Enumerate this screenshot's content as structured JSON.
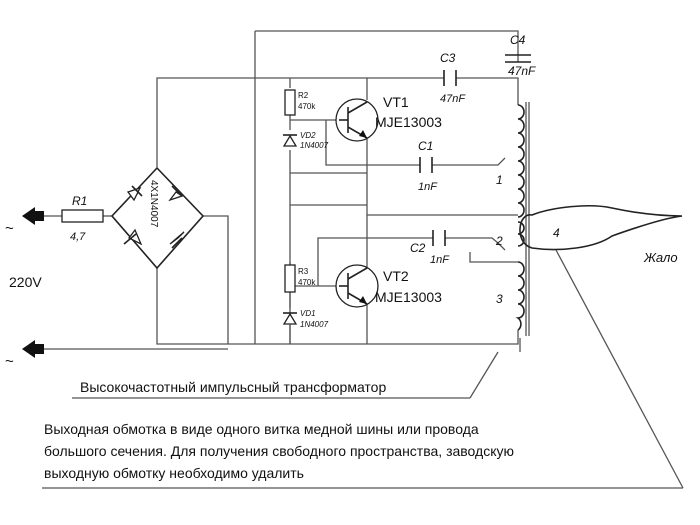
{
  "labels": {
    "r1": "R1",
    "r1_value": "4,7",
    "mains": "220V",
    "bridge": "4X1N4007",
    "r2": "R2",
    "r2_value": "470k",
    "vd2": "VD2",
    "vd2_part": "1N4007",
    "r3": "R3",
    "r3_value": "470k",
    "vd1": "VD1",
    "vd1_part": "1N4007",
    "vt1": "VT1",
    "vt1_part": "MJE13003",
    "vt2": "VT2",
    "vt2_part": "MJE13003",
    "c1": "C1",
    "c1_value": "1nF",
    "c2": "C2",
    "c2_value": "1nF",
    "c3": "C3",
    "c3_value": "47nF",
    "c4": "C4",
    "c4_value": "47nF",
    "winding1": "1",
    "winding2": "2",
    "winding3": "3",
    "tip_number": "4",
    "tip_label": "Жало",
    "tilde_top": "~",
    "tilde_bottom": "~"
  },
  "captions": {
    "transformer": "Высокочастотный импульсный трансформатор",
    "note_line1": "Выходная обмотка в виде одного витка медной шины или провода",
    "note_line2": "большого сечения. Для получения свободного пространства, заводскую",
    "note_line3": "выходную обмотку необходимо удалить"
  }
}
